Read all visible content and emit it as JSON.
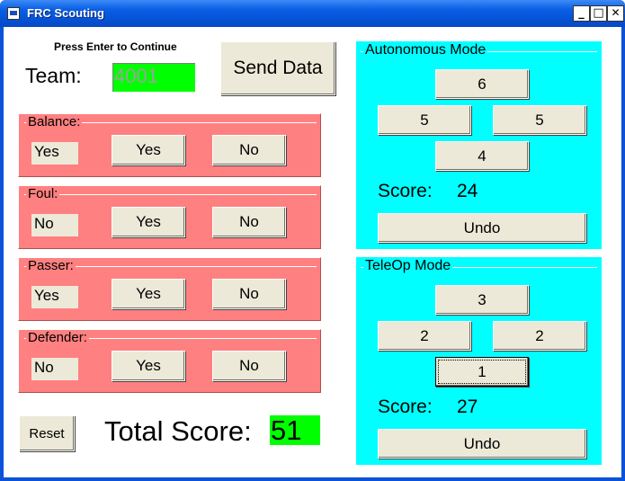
{
  "window": {
    "title": "FRC Scouting",
    "min": "_",
    "max": "□",
    "close": "✕"
  },
  "header": {
    "hint": "Press Enter to Continue",
    "team_label": "Team:",
    "team_value": "4001",
    "send_label": "Send Data"
  },
  "frames": [
    {
      "key": "balance",
      "label": "Balance:",
      "value": "Yes",
      "yes": "Yes",
      "no": "No"
    },
    {
      "key": "foul",
      "label": "Foul:",
      "value": "No",
      "yes": "Yes",
      "no": "No"
    },
    {
      "key": "passer",
      "label": "Passer:",
      "value": "Yes",
      "yes": "Yes",
      "no": "No"
    },
    {
      "key": "defender",
      "label": "Defender:",
      "value": "No",
      "yes": "Yes",
      "no": "No"
    }
  ],
  "autonomous": {
    "title": "Autonomous Mode",
    "top": "6",
    "left": "5",
    "right": "5",
    "bottom": "4",
    "score_label": "Score:",
    "score_value": "24",
    "undo": "Undo"
  },
  "teleop": {
    "title": "TeleOp Mode",
    "top": "3",
    "left": "2",
    "right": "2",
    "bottom": "1",
    "score_label": "Score:",
    "score_value": "27",
    "undo": "Undo"
  },
  "footer": {
    "reset": "Reset",
    "total_label": "Total Score:",
    "total_value": "51"
  },
  "colors": {
    "titlebar": "#0a5fe4",
    "panel_pink": "#ff8080",
    "panel_cyan": "#00ffff",
    "field_green": "#00ff00",
    "button_face": "#ece9d8"
  }
}
